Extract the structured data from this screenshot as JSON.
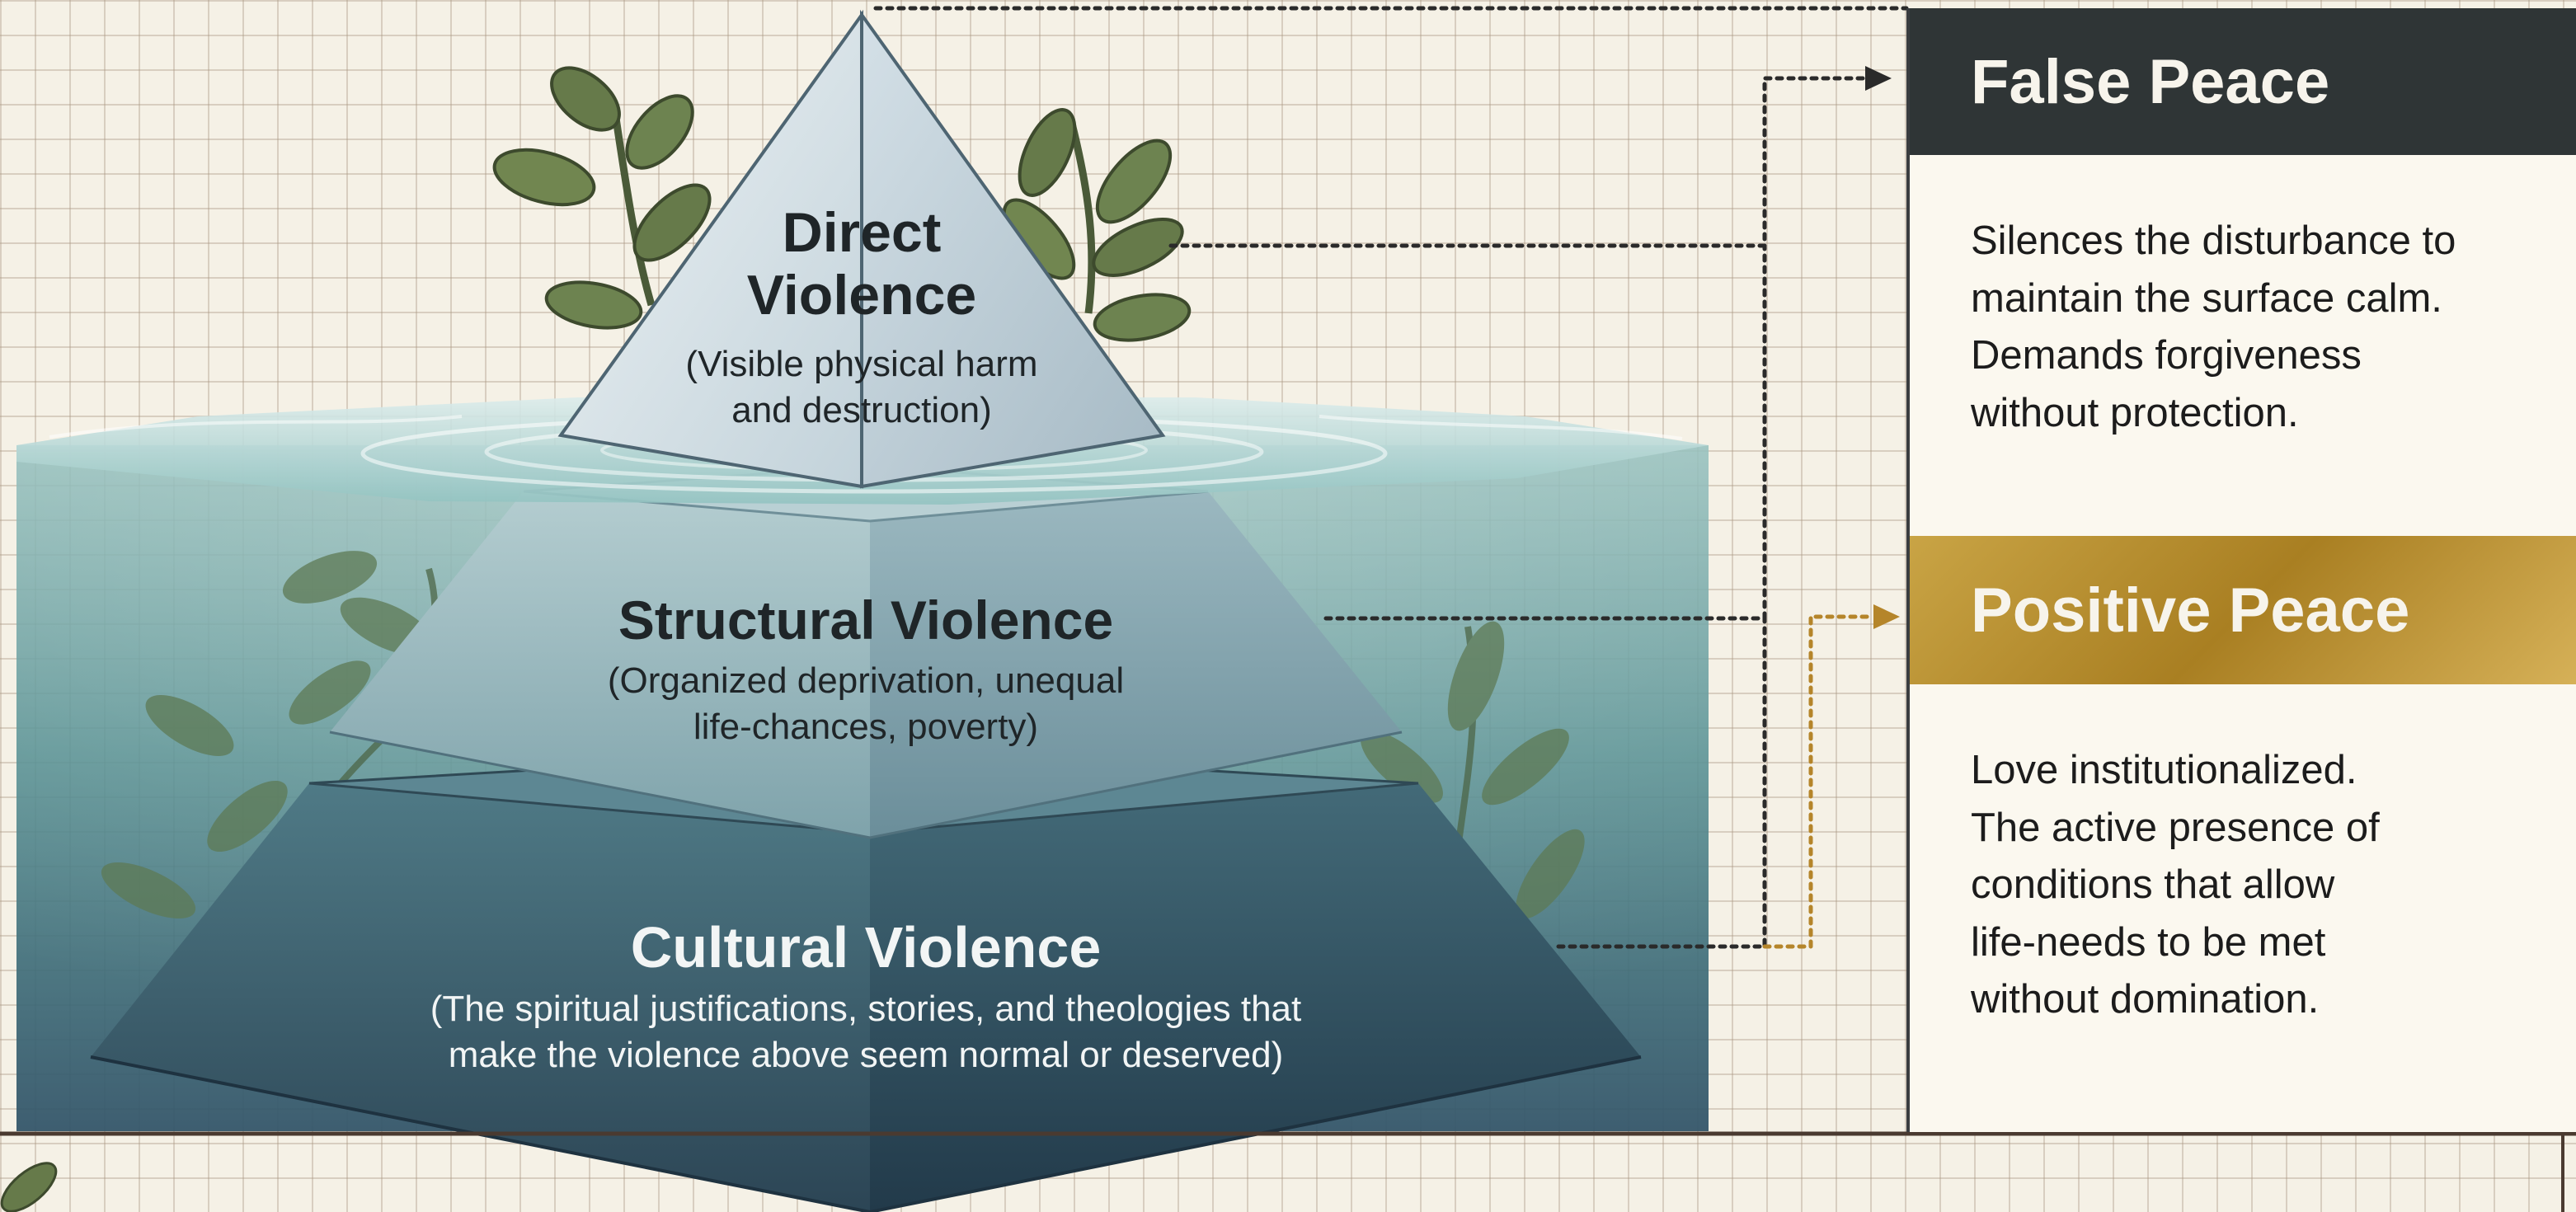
{
  "pyramid": {
    "direct": {
      "title_lines": [
        "Direct",
        "Violence"
      ],
      "subtitle_lines": [
        "(Visible physical harm",
        "and destruction)"
      ]
    },
    "structural": {
      "title": "Structural Violence",
      "subtitle_lines": [
        "(Organized deprivation, unequal",
        "life-chances, poverty)"
      ]
    },
    "cultural": {
      "title": "Cultural Violence",
      "subtitle_lines": [
        "(The spiritual justifications, stories, and theologies that",
        "make the violence above seem normal or deserved)"
      ]
    }
  },
  "panels": {
    "false_peace": {
      "title": "False Peace",
      "body_lines": [
        "Silences the disturbance to",
        "maintain the surface calm.",
        "Demands forgiveness",
        "without protection."
      ]
    },
    "positive_peace": {
      "title": "Positive Peace",
      "body_lines": [
        "Love institutionalized.",
        "The active presence of",
        "conditions that allow",
        "life-needs to be met",
        "without domination."
      ]
    }
  },
  "colors": {
    "false_peace_header": "#2f3536",
    "positive_peace_header": "#b08a2a",
    "water": "#4f8a8e",
    "connector_dark": "#2a2a2a",
    "connector_gold": "#b5852a"
  }
}
